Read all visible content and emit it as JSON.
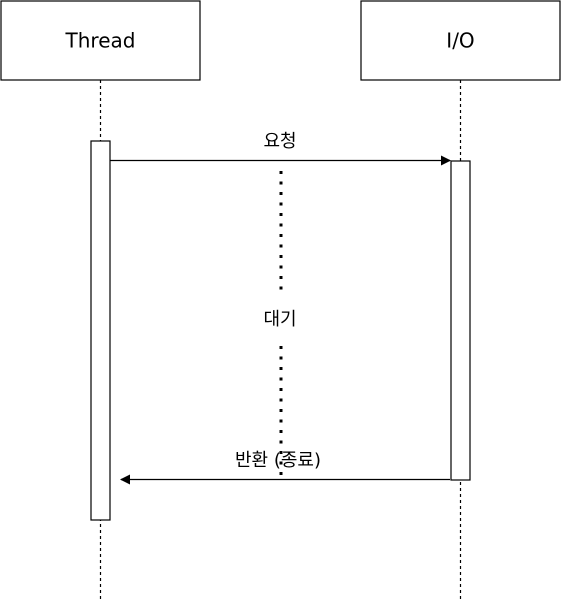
{
  "participants": {
    "thread": {
      "label": "Thread"
    },
    "io": {
      "label": "I/O"
    }
  },
  "messages": {
    "request": {
      "label": "요청"
    },
    "wait": {
      "label": "대기"
    },
    "return": {
      "label": "반환 (종료)"
    }
  },
  "colors": {
    "stroke": "#000000",
    "fill": "#ffffff"
  }
}
